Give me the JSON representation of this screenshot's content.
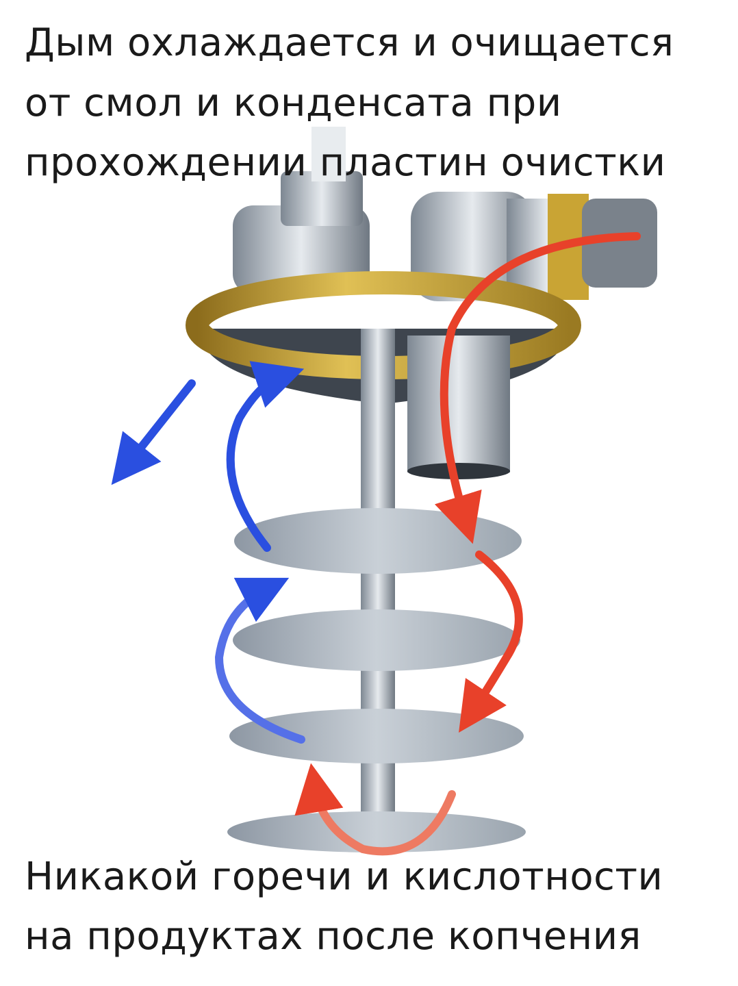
{
  "top_caption": {
    "lines": [
      "Дым охлаждается и очищается",
      "от смол и конденсата при",
      "прохождении пластин очистки"
    ]
  },
  "bottom_caption": {
    "lines": [
      "Никакой горечи и кислотности",
      "на продуктах после копчения"
    ]
  },
  "colors": {
    "hot_smoke_arrow": "#e8412a",
    "cool_smoke_arrow": "#2a4fe0",
    "lid_gold": "#c9a434",
    "metal": "#aab3bd"
  }
}
